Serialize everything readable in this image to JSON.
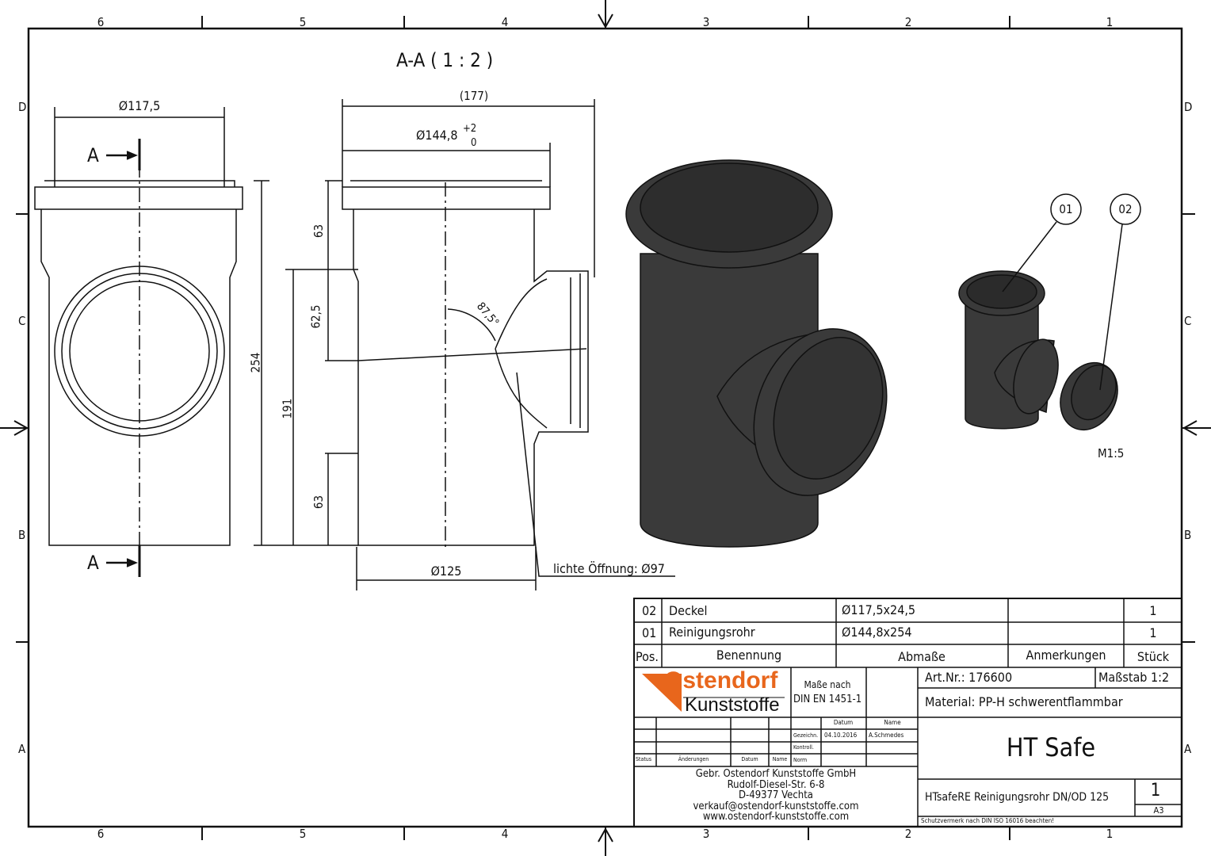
{
  "frame": {
    "cols": [
      "6",
      "5",
      "4",
      "3",
      "2",
      "1"
    ],
    "rows": [
      "D",
      "C",
      "B",
      "A"
    ]
  },
  "section_title": "A-A ( 1 : 2 )",
  "dims": {
    "d1175": "Ø117,5",
    "d177": "(177)",
    "d1448": "Ø144,8",
    "tol_up": "+2",
    "tol_low": "0",
    "h63a": "63",
    "h625": "62,5",
    "h254": "254",
    "h191": "191",
    "h63b": "63",
    "angle": "87,5°",
    "d125": "Ø125",
    "opening": "lichte Öffnung: Ø97",
    "sec_a": "A"
  },
  "callouts": [
    "01",
    "02"
  ],
  "scale_note": "M1:5",
  "parts": {
    "rows": [
      {
        "pos": "02",
        "name": "Deckel",
        "dims": "Ø117,5x24,5",
        "remark": "",
        "qty": "1"
      },
      {
        "pos": "01",
        "name": "Reinigungsrohr",
        "dims": "Ø144,8x254",
        "remark": "",
        "qty": "1"
      }
    ],
    "header": {
      "pos": "Pos.",
      "name": "Benennung",
      "dims": "Abmaße",
      "remark": "Anmerkungen",
      "qty": "Stück"
    }
  },
  "title_block": {
    "logo_top": "Ostendorf",
    "logo_bottom": "Kunststoffe",
    "norm1": "Maße nach",
    "norm2": "DIN EN 1451-1",
    "datum_h": "Datum",
    "name_h": "Name",
    "gezeichn": "Gezeichn.",
    "date": "04.10.2016",
    "drawer": "A.Schmedes",
    "kontroll": "Kontroll.",
    "norm": "Norm",
    "status": "Status",
    "aenderungen": "Änderungen",
    "datum2": "Datum",
    "name2": "Name",
    "address": [
      "Gebr. Ostendorf Kunststoffe GmbH",
      "Rudolf-Diesel-Str. 6-8",
      "D-49377 Vechta",
      "verkauf@ostendorf-kunststoffe.com",
      "www.ostendorf-kunststoffe.com"
    ],
    "art_nr": "Art.Nr.: 176600",
    "scale": "Maßstab 1:2",
    "material": "Material: PP-H schwerentflammbar",
    "title": "HT Safe",
    "description": "HTsafeRE Reinigungsrohr DN/OD 125",
    "sheet": "1",
    "format": "A3",
    "protection": "Schutzvermerk nach DIN ISO 16016 beachten!"
  },
  "colors": {
    "brand": "#e8661c",
    "body": "#3a3a3a"
  }
}
